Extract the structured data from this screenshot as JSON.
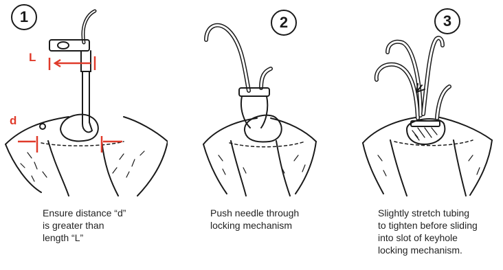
{
  "colors": {
    "accent_red": "#e03a2a",
    "line": "#1a1a1a"
  },
  "steps": [
    {
      "number": "1",
      "caption": "Ensure distance “d”\nis greater than\nlength “L”",
      "labels": {
        "L": "L",
        "d": "d"
      }
    },
    {
      "number": "2",
      "caption": "Push needle through\nlocking mechanism"
    },
    {
      "number": "3",
      "caption": "Slightly stretch tubing\nto tighten before sliding\ninto slot of keyhole\nlocking mechanism."
    }
  ]
}
